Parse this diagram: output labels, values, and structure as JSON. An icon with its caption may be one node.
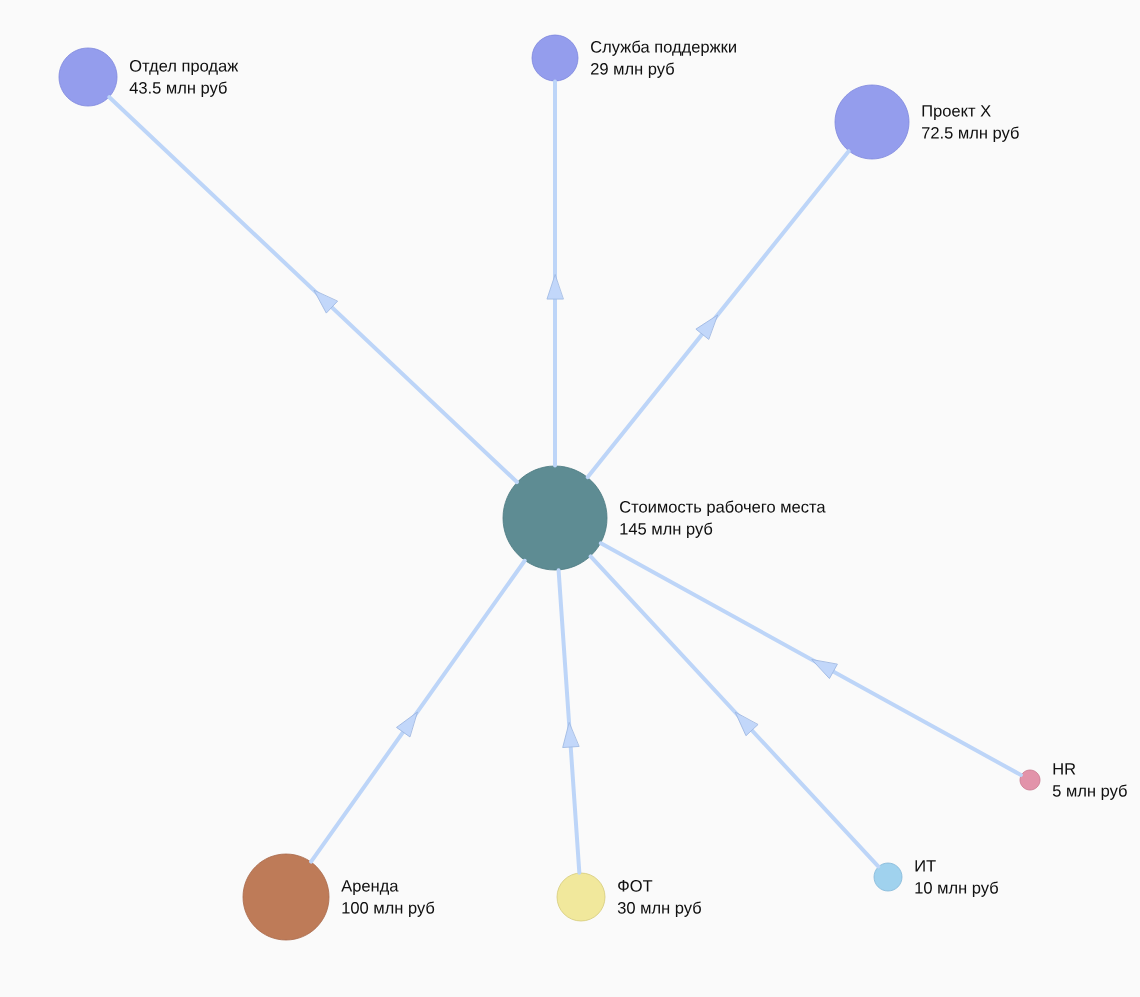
{
  "diagram": {
    "nodes": [
      {
        "text": [
          "Отдел продаж",
          "43.5 млн руб"
        ]
      },
      {
        "text": [
          "Служба поддержки",
          "29 млн руб"
        ]
      },
      {
        "text": [
          "Проект X",
          "72.5 млн руб"
        ]
      },
      {
        "text": [
          "Стоимость рабочего места",
          "145 млн руб"
        ]
      },
      {
        "text": [
          "HR",
          "5 млн руб"
        ]
      },
      {
        "text": [
          "Аренда",
          "100 млн руб"
        ]
      },
      {
        "text": [
          "ФОТ",
          "30 млн руб"
        ]
      },
      {
        "text": [
          "ИТ",
          "10 млн руб"
        ]
      }
    ],
    "edges": [
      {
        "from": 3,
        "to": 0,
        "arrow": "to"
      },
      {
        "from": 3,
        "to": 1,
        "arrow": "to"
      },
      {
        "from": 3,
        "to": 2,
        "arrow": "to"
      },
      {
        "from": 4,
        "to": 3,
        "arrow": "to"
      },
      {
        "from": 5,
        "to": 3,
        "arrow": "to"
      },
      {
        "from": 6,
        "to": 3,
        "arrow": "to"
      },
      {
        "from": 7,
        "to": 3,
        "arrow": "to"
      }
    ]
  }
}
